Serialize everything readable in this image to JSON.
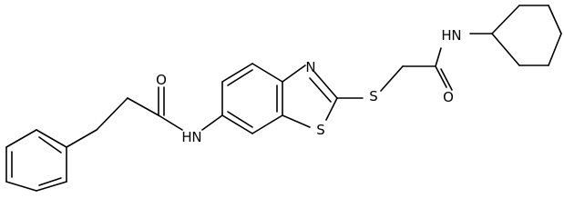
{
  "molecule": {
    "atoms": {
      "carbonyl_oxygen_left": "O",
      "amide_nh_left": "N",
      "amide_h_left": "H",
      "thiazole_nitrogen": "N",
      "thiazole_sulfur": "S",
      "thioether_sulfur": "S",
      "amide_nh_right": "N",
      "amide_h_right": "H",
      "carbonyl_oxygen_right": "O"
    }
  }
}
